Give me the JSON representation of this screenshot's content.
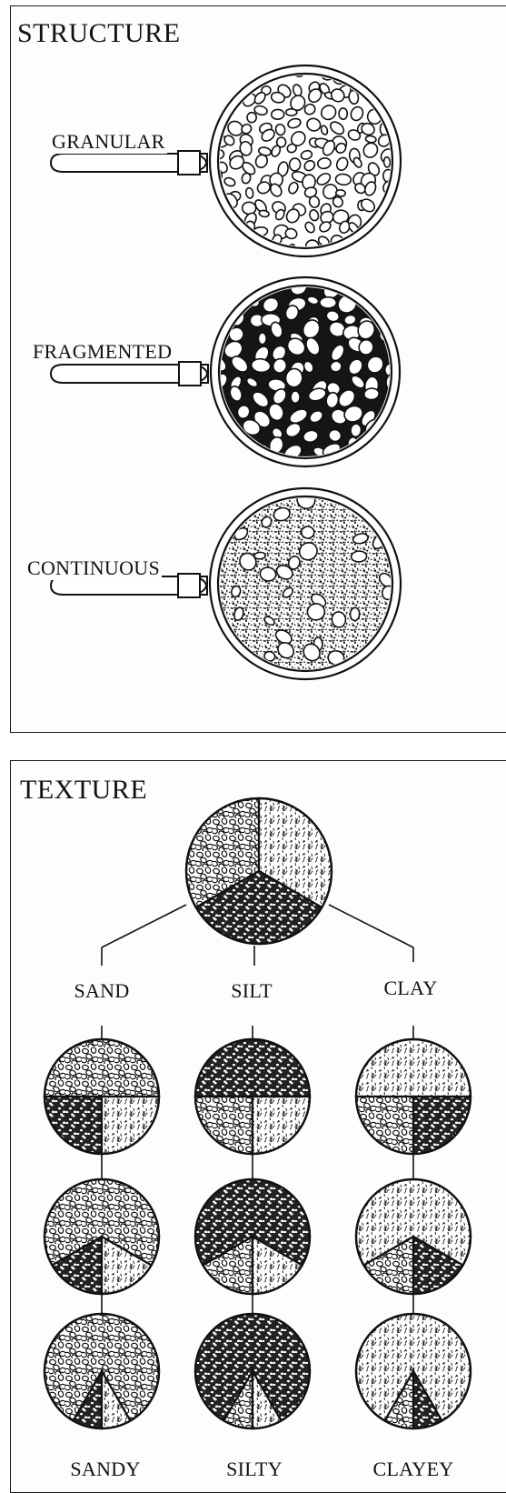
{
  "structure": {
    "title": "STRUCTURE",
    "items": [
      {
        "label": "GRANULAR",
        "pattern": "granular"
      },
      {
        "label": "FRAGMENTED",
        "pattern": "fragmented"
      },
      {
        "label": "CONTINUOUS",
        "pattern": "continuous"
      }
    ]
  },
  "texture": {
    "title": "TEXTURE",
    "components": [
      "SAND",
      "SILT",
      "CLAY"
    ],
    "classes": [
      "SANDY",
      "SILTY",
      "CLAYEY"
    ]
  },
  "colors": {
    "ink": "#111111",
    "paper": "#fdfdfb"
  }
}
